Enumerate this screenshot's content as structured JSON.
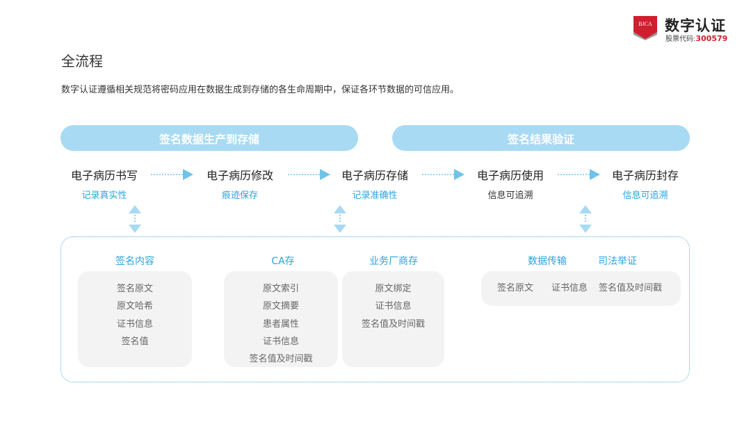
{
  "logo": {
    "emblem_text": "BJCA",
    "name": "数字认证",
    "stock_label": "股票代码:",
    "stock_code": "300579"
  },
  "header": {
    "title": "全流程",
    "description": "数字认证遵循相关规范将密码应用在数据生成到存储的各生命周期中，保证各环节数据的可信应用。"
  },
  "phases": [
    "签名数据生产到存储",
    "签名结果验证"
  ],
  "steps": [
    {
      "title": "电子病历书写",
      "subtitle": "记录真实性",
      "subtitle_color": "#2aa4dc"
    },
    {
      "title": "电子病历修改",
      "subtitle": "痕迹保存",
      "subtitle_color": "#2aa4dc"
    },
    {
      "title": "电子病历存储",
      "subtitle": "记录准确性",
      "subtitle_color": "#2aa4dc"
    },
    {
      "title": "电子病历使用",
      "subtitle": "信息可追溯",
      "subtitle_color": "#333333"
    },
    {
      "title": "电子病历封存",
      "subtitle": "信息可追溯",
      "subtitle_color": "#2aa4dc"
    }
  ],
  "groups": {
    "signature_content": {
      "title": "签名内容",
      "items": [
        "签名原文",
        "原文哈希",
        "证书信息",
        "签名值"
      ]
    },
    "ca_storage": {
      "title": "CA存",
      "items": [
        "原文索引",
        "原文摘要",
        "患者属性",
        "证书信息",
        "签名值及时间戳"
      ]
    },
    "vendor_storage": {
      "title": "业务厂商存",
      "items": [
        "原文绑定",
        "证书信息",
        "签名值及时间戳"
      ]
    },
    "data_transfer": {
      "title": "数据传输",
      "items": [
        "签名原文",
        "证书信息"
      ]
    },
    "judicial_evidence": {
      "title": "司法举证",
      "items": [
        "签名值及时间戳"
      ]
    }
  },
  "colors": {
    "accent_blue": "#2aa4dc",
    "pill_blue": "#a8daf3",
    "card_gray": "#f3f3f3",
    "brand_red": "#cf1f2e"
  }
}
